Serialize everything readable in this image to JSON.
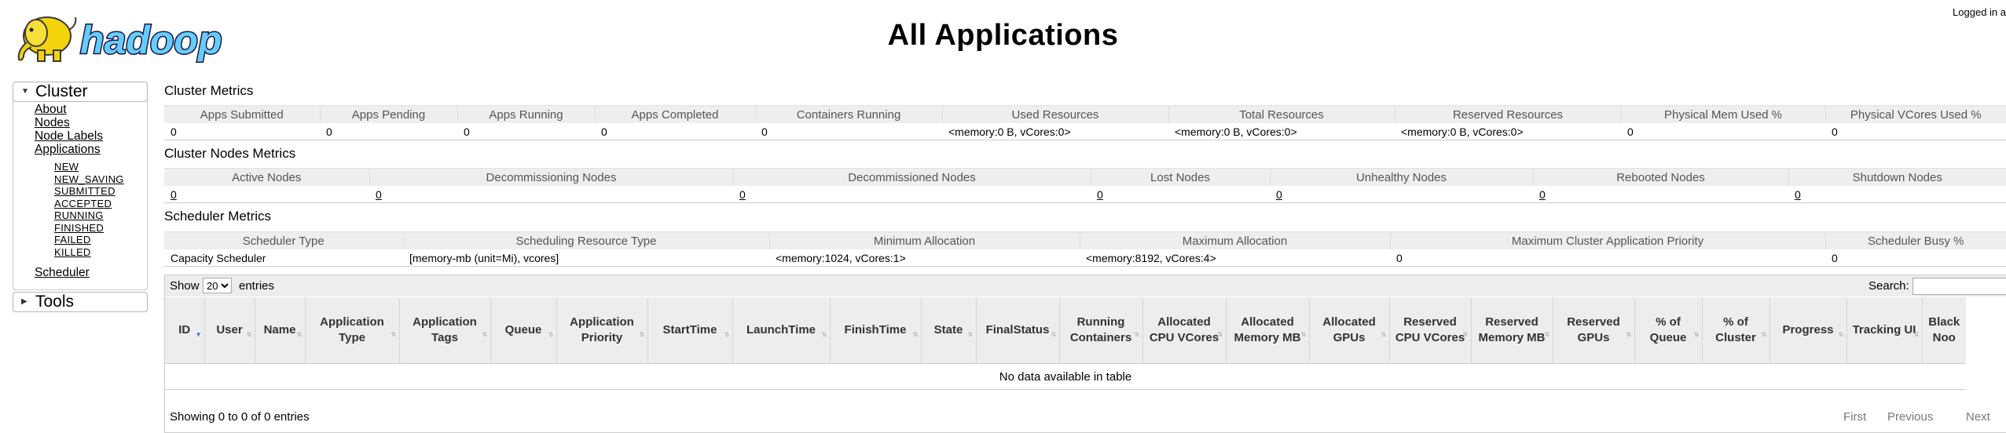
{
  "header": {
    "logo_text": "hadoop",
    "title": "All Applications",
    "user_status": "Logged in a"
  },
  "sidebar": {
    "cluster": {
      "heading": "Cluster",
      "links": [
        "About",
        "Nodes",
        "Node Labels",
        "Applications"
      ],
      "app_states": [
        "NEW",
        "NEW_SAVING",
        "SUBMITTED",
        "ACCEPTED",
        "RUNNING",
        "FINISHED",
        "FAILED",
        "KILLED"
      ],
      "scheduler": "Scheduler"
    },
    "tools": {
      "heading": "Tools"
    }
  },
  "cluster_metrics": {
    "title": "Cluster Metrics",
    "headers": [
      "Apps Submitted",
      "Apps Pending",
      "Apps Running",
      "Apps Completed",
      "Containers Running",
      "Used Resources",
      "Total Resources",
      "Reserved Resources",
      "Physical Mem Used %",
      "Physical VCores Used %"
    ],
    "values": [
      "0",
      "0",
      "0",
      "0",
      "0",
      "<memory:0 B, vCores:0>",
      "<memory:0 B, vCores:0>",
      "<memory:0 B, vCores:0>",
      "0",
      "0"
    ]
  },
  "cluster_nodes_metrics": {
    "title": "Cluster Nodes Metrics",
    "headers": [
      "Active Nodes",
      "Decommissioning Nodes",
      "Decommissioned Nodes",
      "Lost Nodes",
      "Unhealthy Nodes",
      "Rebooted Nodes",
      "Shutdown Nodes"
    ],
    "values": [
      "0",
      "0",
      "0",
      "0",
      "0",
      "0",
      "0"
    ]
  },
  "scheduler_metrics": {
    "title": "Scheduler Metrics",
    "headers": [
      "Scheduler Type",
      "Scheduling Resource Type",
      "Minimum Allocation",
      "Maximum Allocation",
      "Maximum Cluster Application Priority",
      "Scheduler Busy %"
    ],
    "values": [
      "Capacity Scheduler",
      "[memory-mb (unit=Mi), vcores]",
      "<memory:1024, vCores:1>",
      "<memory:8192, vCores:4>",
      "0",
      "0"
    ]
  },
  "apps_table": {
    "show_label": "Show",
    "entries_label": "entries",
    "page_length": "20",
    "search_label": "Search:",
    "columns": [
      "ID",
      "User",
      "Name",
      "Application Type",
      "Application Tags",
      "Queue",
      "Application Priority",
      "StartTime",
      "LaunchTime",
      "FinishTime",
      "State",
      "FinalStatus",
      "Running Containers",
      "Allocated CPU VCores",
      "Allocated Memory MB",
      "Allocated GPUs",
      "Reserved CPU VCores",
      "Reserved Memory MB",
      "Reserved GPUs",
      "% of Queue",
      "% of Cluster",
      "Progress",
      "Tracking UI",
      "Black Noo"
    ],
    "empty_message": "No data available in table",
    "info": "Showing 0 to 0 of 0 entries",
    "pagination": {
      "first": "First",
      "previous": "Previous",
      "next": "Next"
    }
  }
}
